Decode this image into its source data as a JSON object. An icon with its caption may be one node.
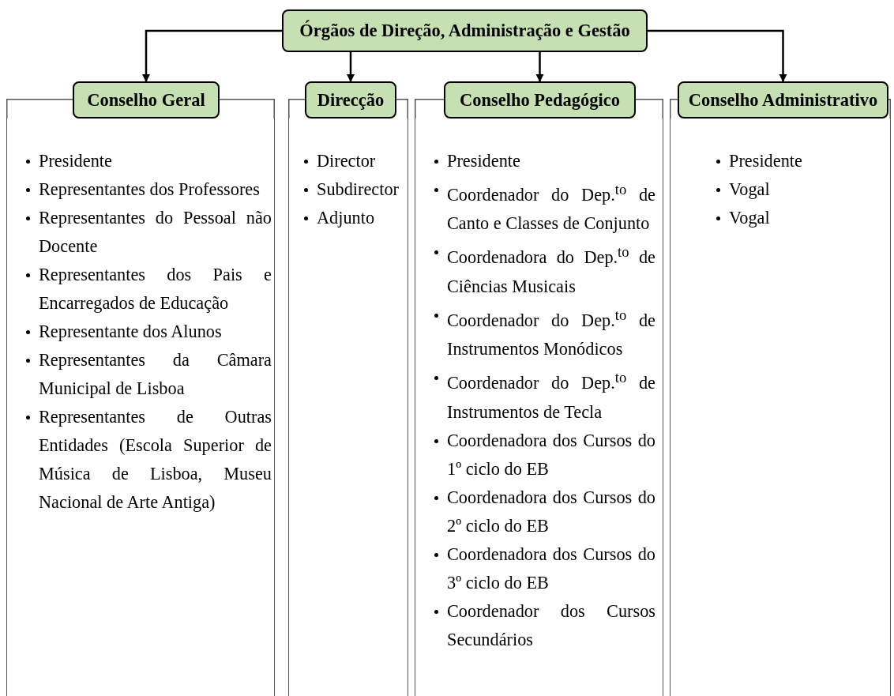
{
  "diagram": {
    "nodes": [
      {
        "text": [
          "Órgãos de Direção, Administração e Gestão"
        ]
      },
      {
        "text": [
          "Conselho Geral"
        ]
      },
      {
        "text": [
          "Presidente",
          "Representantes dos Professores",
          "Representantes do Pessoal não Docente",
          "Representantes dos Pais e Encarregados de Educação",
          "Representante dos Alunos",
          "Representantes da Câmara Municipal de Lisboa",
          "Representantes de Outras Entidades (Escola Superior de Música de Lisboa, Museu Nacional de Arte Antiga)"
        ]
      },
      {
        "text": [
          "Direcção"
        ]
      },
      {
        "text": [
          "Director",
          "Subdirector",
          "Adjunto"
        ]
      },
      {
        "text": [
          "Conselho Pedagógico"
        ]
      },
      {
        "text": [
          "Presidente",
          "Coordenador do Dep.$^{to}$ de Canto e Classes de Conjunto",
          "Coordenadora do Dep.$^{to}$ de Ciências Musicais",
          "Coordenador do Dep.$^{to}$ de Instrumentos Monódicos",
          "Coordenador do Dep.$^{to}$ de Instrumentos de Tecla",
          "Coordenadora dos Cursos do 1º ciclo do EB",
          "Coordenadora dos Cursos do 2º ciclo do EB",
          "Coordenadora dos Cursos do 3º ciclo do EB",
          "Coordenador dos Cursos Secundários"
        ]
      },
      {
        "text": [
          "Conselho Administrativo"
        ]
      },
      {
        "text": [
          "Presidente",
          "Vogal",
          "Vogal"
        ]
      }
    ],
    "edges": [
      {
        "from": 0,
        "to": 1,
        "arrow": "to"
      },
      {
        "from": 0,
        "to": 3,
        "arrow": "to"
      },
      {
        "from": 0,
        "to": 5,
        "arrow": "to"
      },
      {
        "from": 0,
        "to": 7,
        "arrow": "to"
      }
    ]
  }
}
